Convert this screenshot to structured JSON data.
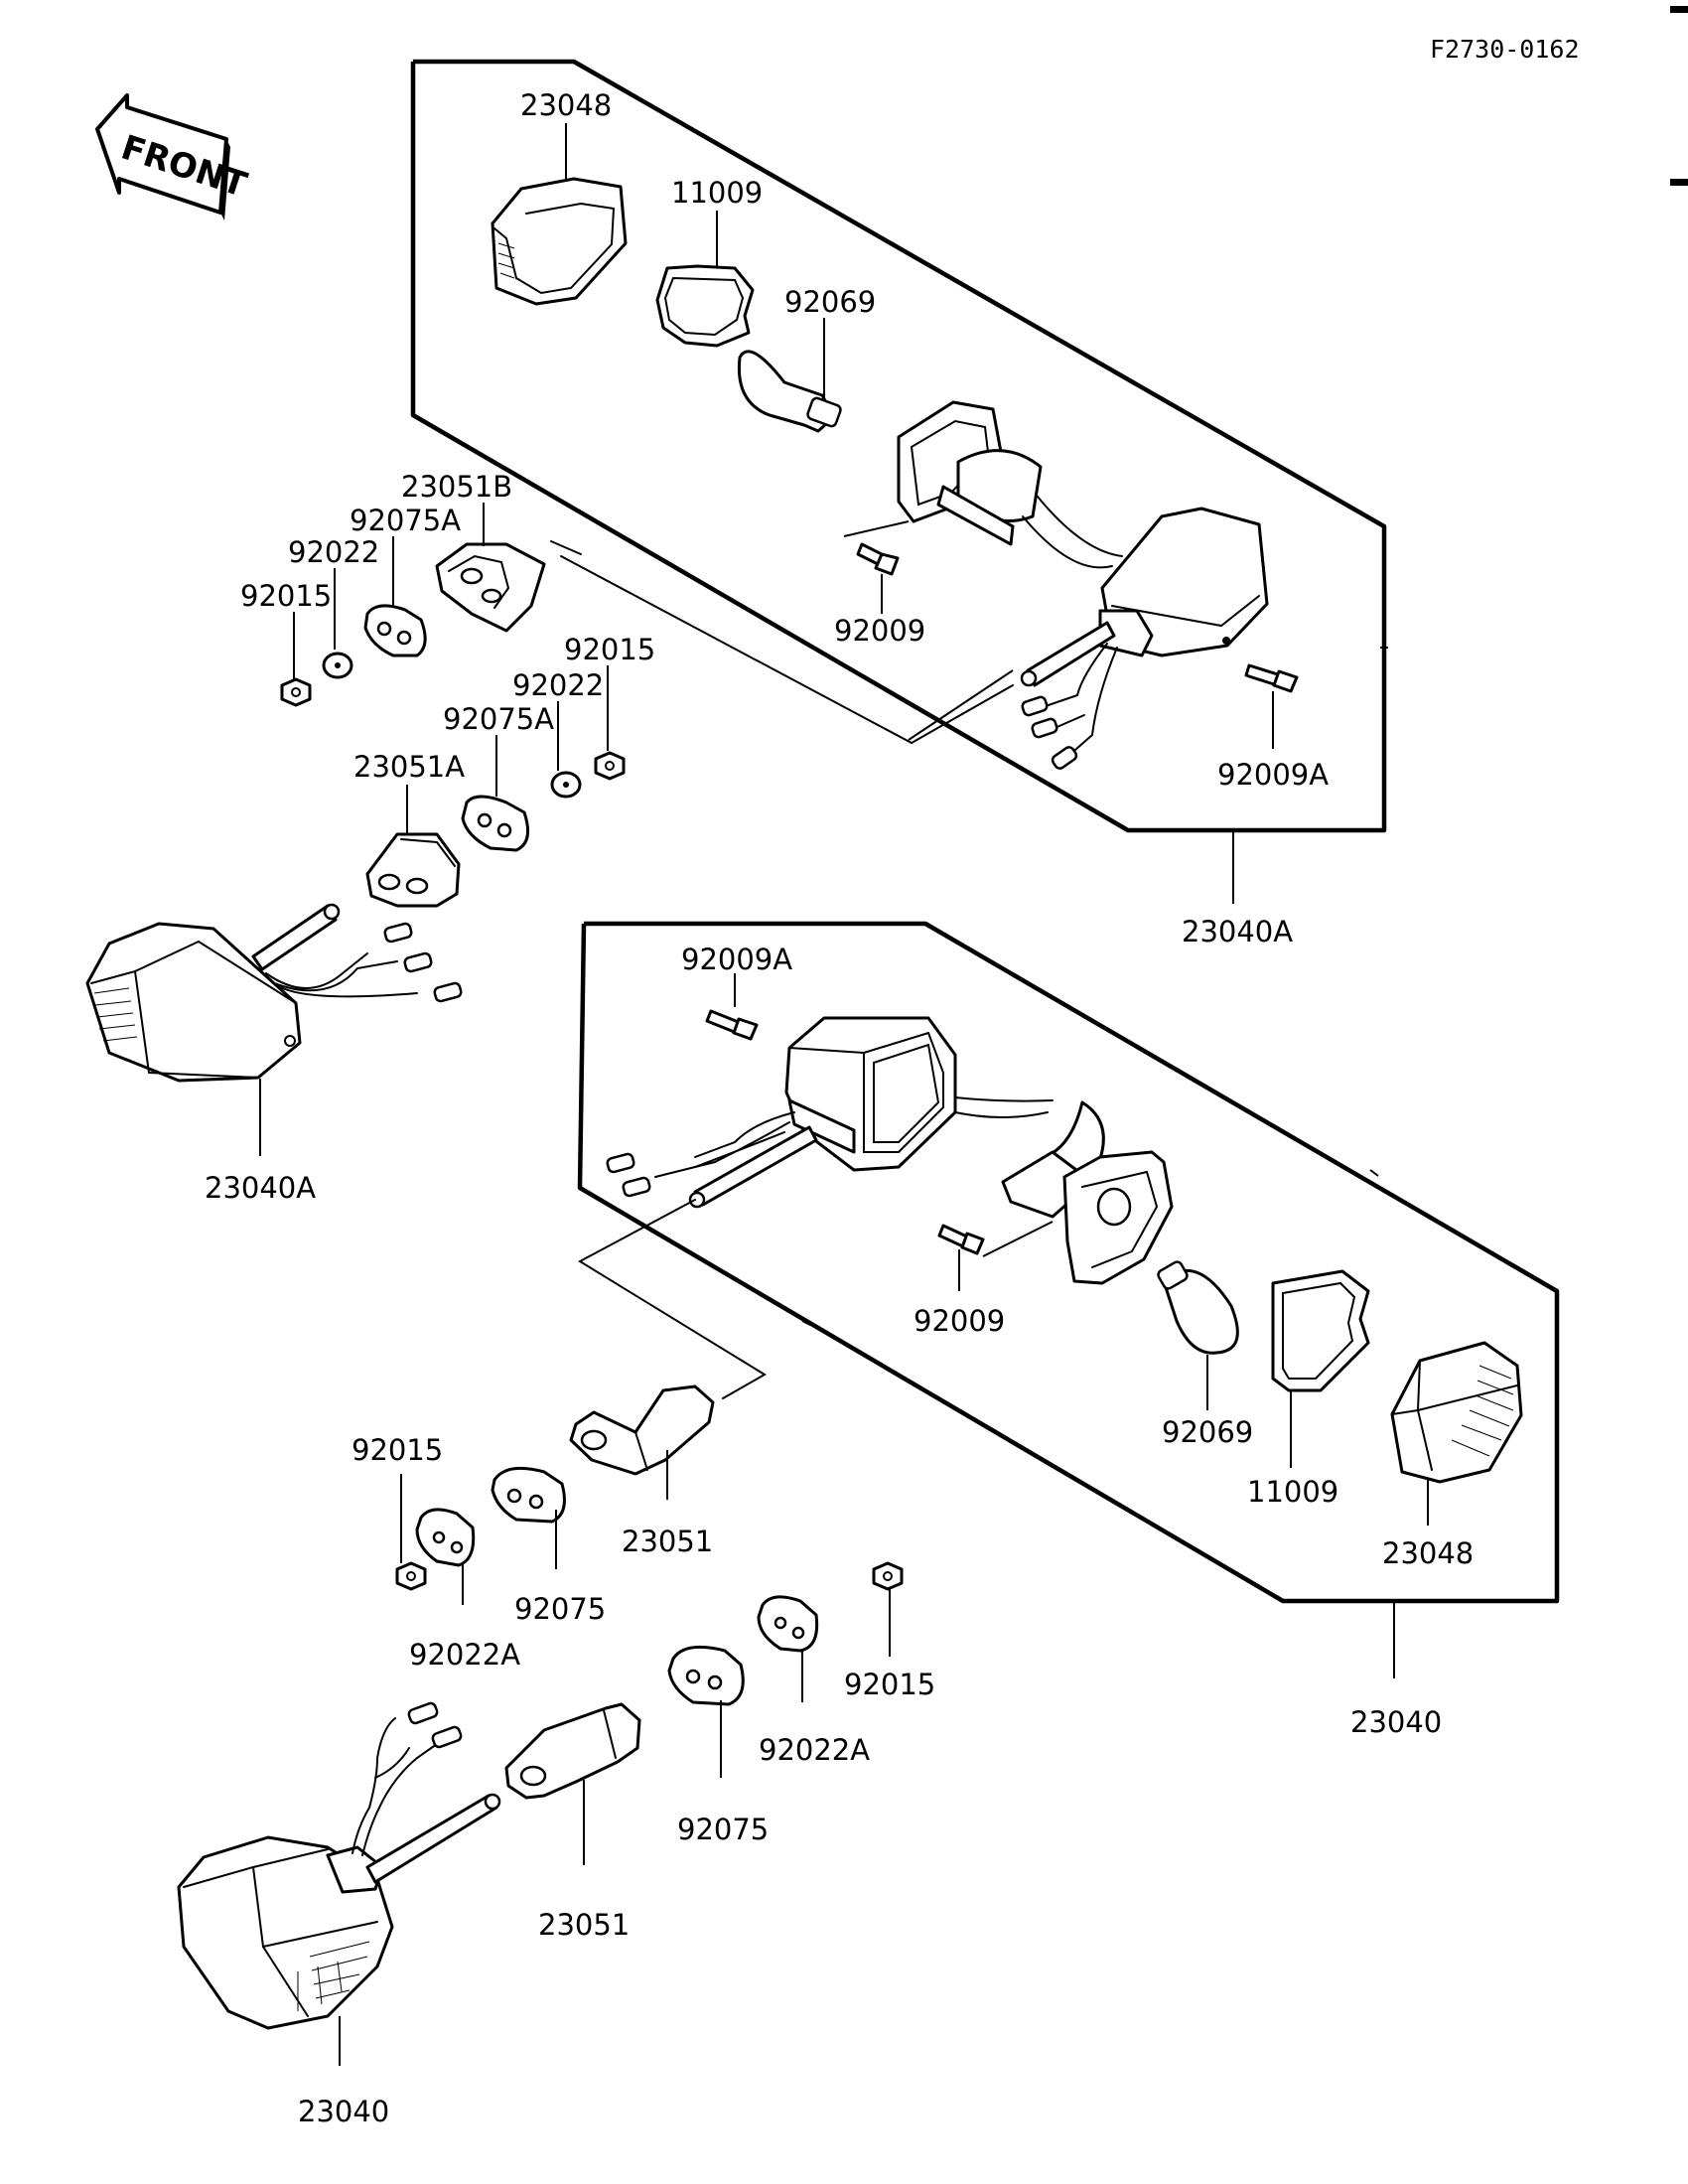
{
  "diagram_code": "F2730-0162",
  "front_label": "FRONT",
  "labels": {
    "p23048_top": "23048",
    "p11009_top": "11009",
    "p92069_top": "92069",
    "p92009_top": "92009",
    "p92009A_top": "92009A",
    "p23040A_assy": "23040A",
    "p23051B": "23051B",
    "p92075A_a": "92075A",
    "p92022_a": "92022",
    "p92015_a": "92015",
    "p92015_b": "92015",
    "p92022_b": "92022",
    "p92075A_b": "92075A",
    "p23051A": "23051A",
    "p23040A_lamp": "23040A",
    "p92009A_bot": "92009A",
    "p92009_bot": "92009",
    "p92069_bot": "92069",
    "p11009_bot": "11009",
    "p23048_bot": "23048",
    "p23040_assy": "23040",
    "p92015_c": "92015",
    "p92075_a": "92075",
    "p23051_a": "23051",
    "p92022A_a": "92022A",
    "p92015_d": "92015",
    "p92075_b": "92075",
    "p92022A_b": "92022A",
    "p23051_b": "23051",
    "p23040_lamp": "23040"
  }
}
